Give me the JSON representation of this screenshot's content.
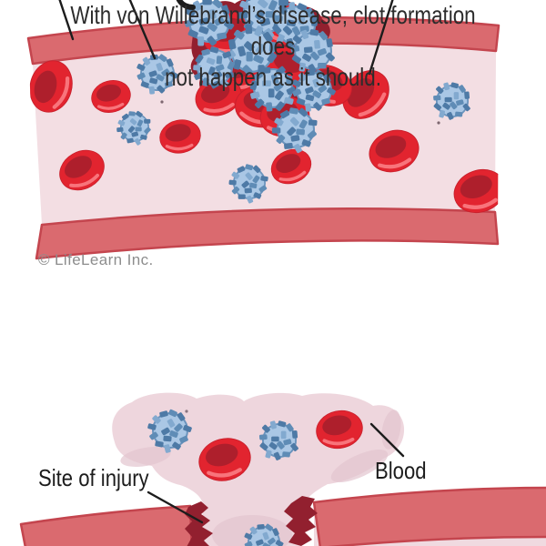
{
  "top_figure": {
    "description": "Blood vessel cross-section with a platelet clot sealing an injury",
    "copyright": "© LifeLearn Inc."
  },
  "caption": {
    "line1": "With von Willebrand’s disease, clot formation does",
    "line2": "not happen as it should."
  },
  "bottom_figure": {
    "description": "Blood leaking out of an injured vessel because no clot forms",
    "site_of_injury_label": "Site of injury",
    "blood_label": "Blood"
  },
  "colors": {
    "vessel_wall": "#da6a6f",
    "vessel_wall_outline": "#c4454e",
    "vessel_interior": "#f3dee3",
    "blood_pool": "#eed6dd",
    "blood_pool_shade": "#e3c5cf",
    "rbc_body": "#e2242f",
    "rbc_center": "#ae1f2c",
    "rbc_highlight": "#f8747b",
    "platelet_body": "#aac7e5",
    "platelet_granule": "#4e7aa6",
    "platelet_outline": "#6b94bd",
    "injury_dark_red": "#92202f",
    "leader_line": "#1c1c1c",
    "caption_text": "#2c2c2c",
    "copyright_text": "#8d8d8d"
  }
}
